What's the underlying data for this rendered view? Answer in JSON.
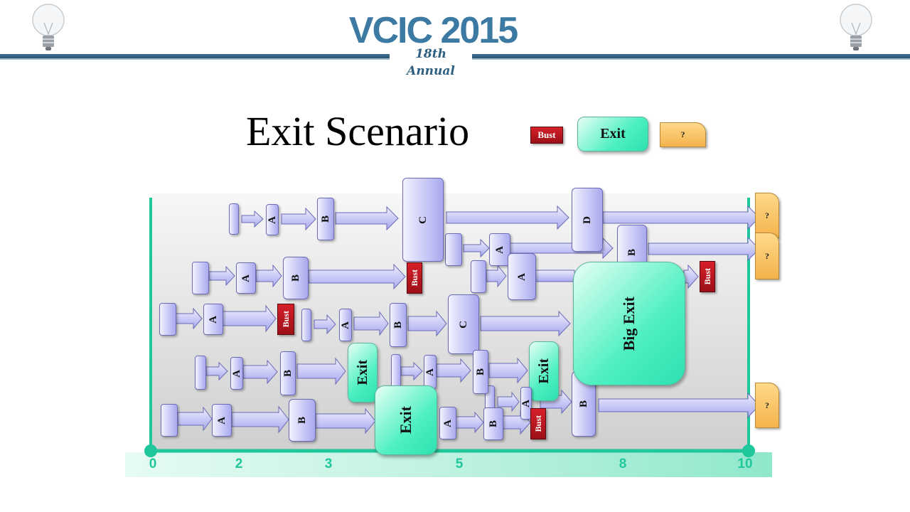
{
  "header": {
    "logo_main": "VCIC 2015",
    "logo_sub": "18th Annual"
  },
  "title": "Exit Scenario",
  "legend": {
    "bust": "Bust",
    "exit": "Exit",
    "unknown": "?"
  },
  "axis": {
    "ticks": [
      "0",
      "2",
      "3",
      "5",
      "8",
      "10"
    ]
  },
  "labels": {
    "a": "A",
    "b": "B",
    "c": "C",
    "d": "D",
    "bust": "Bust",
    "exit": "Exit",
    "big_exit": "Big Exit",
    "q": "?"
  },
  "colors": {
    "accent_teal": "#1fc79a",
    "bust_red": "#c0141e",
    "node_lavender": "#c6c6f6",
    "unknown_orange": "#f4b34c",
    "header_blue": "#3d7aa3"
  }
}
